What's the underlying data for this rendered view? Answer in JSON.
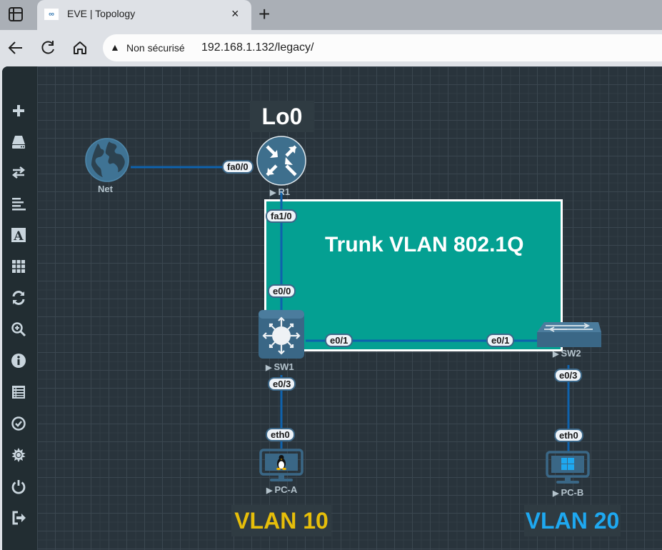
{
  "browser": {
    "tab_title": "EVE | Topology",
    "favicon": "eve-logo-icon",
    "close_glyph": "×",
    "new_tab_glyph": "+",
    "security_label": "Non sécurisé",
    "url": "192.168.1.132/legacy/"
  },
  "sidebar": {
    "items": [
      {
        "name": "add-object",
        "icon": "plus-icon"
      },
      {
        "name": "nodes",
        "icon": "hard-drive-icon"
      },
      {
        "name": "networks",
        "icon": "exchange-icon"
      },
      {
        "name": "startup-configs",
        "icon": "align-left-icon"
      },
      {
        "name": "text-pictures",
        "icon": "font-icon"
      },
      {
        "name": "status",
        "icon": "grid-icon"
      },
      {
        "name": "refresh",
        "icon": "refresh-icon"
      },
      {
        "name": "zoom",
        "icon": "zoom-in-icon"
      },
      {
        "name": "lab-details",
        "icon": "info-icon"
      },
      {
        "name": "lab-list",
        "icon": "list-icon"
      },
      {
        "name": "lock-lab",
        "icon": "check-circle-icon"
      },
      {
        "name": "settings",
        "icon": "sun-icon"
      },
      {
        "name": "power",
        "icon": "power-icon"
      },
      {
        "name": "logout",
        "icon": "sign-out-icon"
      }
    ]
  },
  "topology": {
    "annotations": {
      "lo0": "Lo0",
      "trunk": "Trunk VLAN 802.1Q",
      "vlan10": "VLAN 10",
      "vlan20": "VLAN 20"
    },
    "annotation_colors": {
      "trunk_fill": "#04a092",
      "vlan10": "#e6be0a",
      "vlan20": "#1ea8f0"
    },
    "nodes": {
      "net": {
        "label": "Net",
        "type": "cloud"
      },
      "r1": {
        "label": "R1",
        "type": "router"
      },
      "sw1": {
        "label": "SW1",
        "type": "l3-switch"
      },
      "sw2": {
        "label": "SW2",
        "type": "switch"
      },
      "pca": {
        "label": "PC-A",
        "type": "linux-pc"
      },
      "pcb": {
        "label": "PC-B",
        "type": "windows-pc"
      }
    },
    "ports": {
      "r1_fa00": "fa0/0",
      "r1_fa10": "fa1/0",
      "sw1_e00": "e0/0",
      "sw1_e01": "e0/1",
      "sw2_e01": "e0/1",
      "sw1_e03": "e0/3",
      "sw2_e03": "e0/3",
      "pca_eth0": "eth0",
      "pcb_eth0": "eth0"
    },
    "link_color": "#0e62ad"
  }
}
